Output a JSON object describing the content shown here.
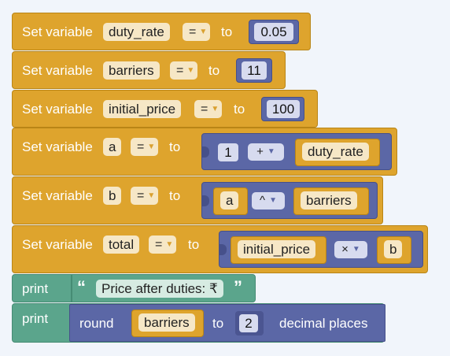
{
  "labels": {
    "set_variable": "Set variable",
    "to": "to",
    "print": "print",
    "round": "round",
    "decimal_places": "decimal places"
  },
  "blocks": [
    {
      "variable": "duty_rate",
      "operator": "=",
      "value": "0.05"
    },
    {
      "variable": "barriers",
      "operator": "=",
      "value": "11"
    },
    {
      "variable": "initial_price",
      "operator": "=",
      "value": "100"
    },
    {
      "variable": "a",
      "operator": "=",
      "expr": {
        "left": "1",
        "op": "+",
        "right": "duty_rate"
      }
    },
    {
      "variable": "b",
      "operator": "=",
      "expr": {
        "left": "a",
        "op": "^",
        "right": "barriers"
      }
    },
    {
      "variable": "total",
      "operator": "=",
      "expr": {
        "left": "initial_price",
        "op": "×",
        "right": "b"
      }
    }
  ],
  "print1": {
    "open_quote": "“",
    "text": "Price after duties: ₹",
    "close_quote": "”"
  },
  "print2": {
    "variable": "barriers",
    "places": "2"
  },
  "colors": {
    "variable_block": "#dea42d",
    "math_block": "#5b67a6",
    "text_block": "#5ba58c"
  }
}
